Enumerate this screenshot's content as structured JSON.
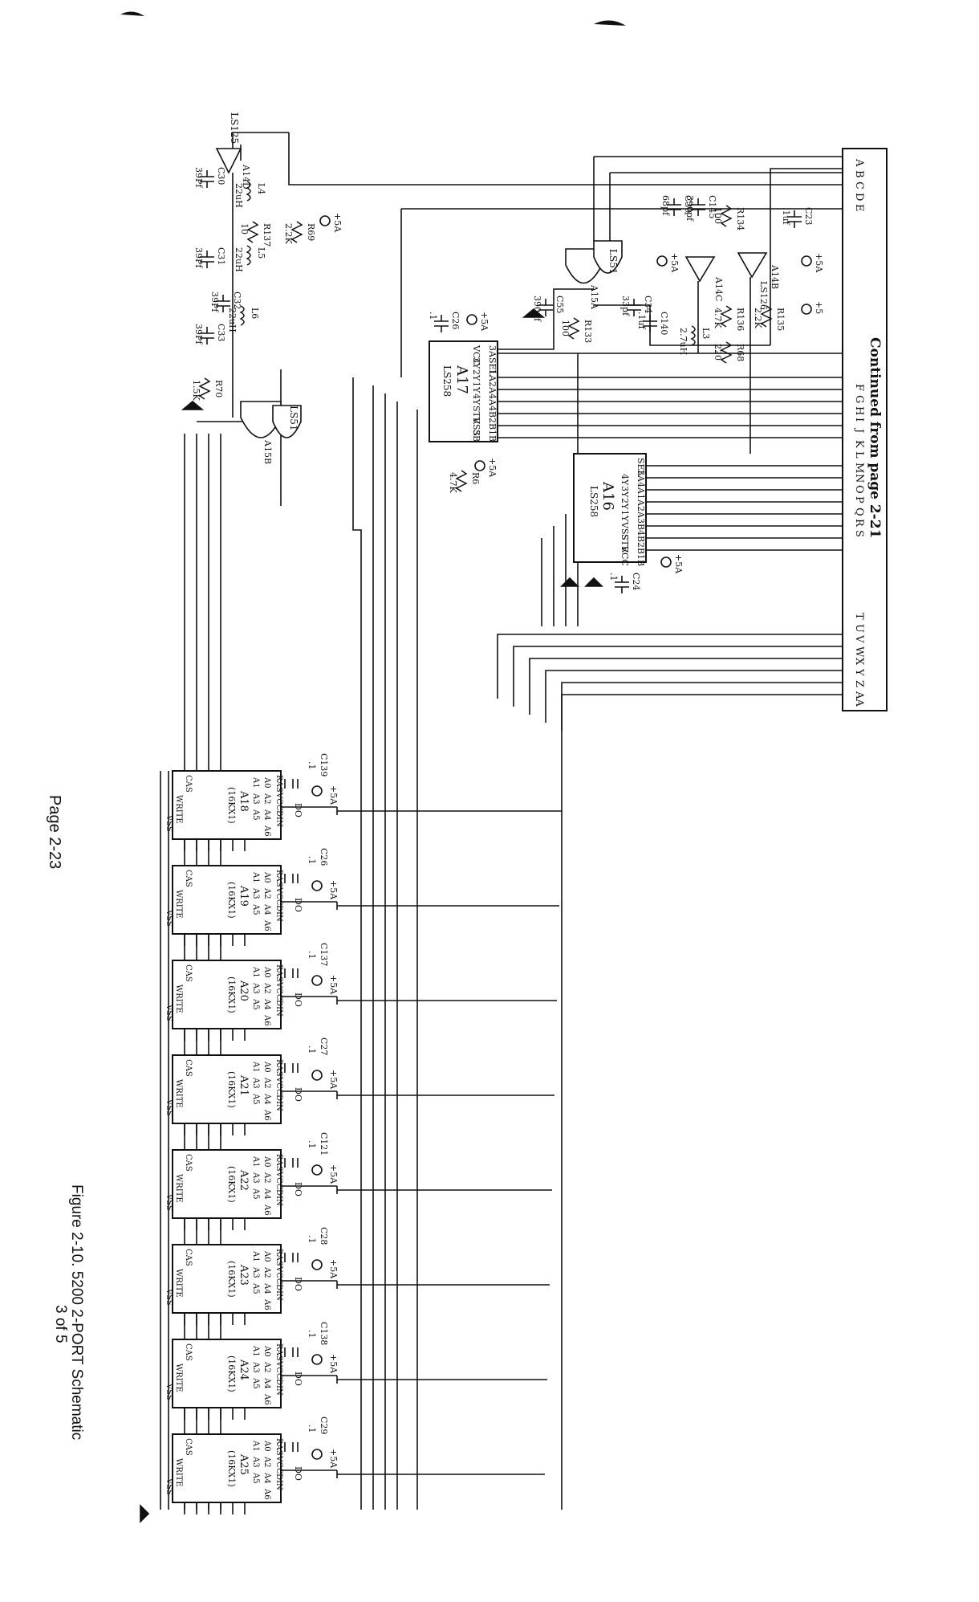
{
  "page": {
    "page_number": "Page 2-23",
    "figure_caption": "Figure 2-10.  5200 2-PORT Schematic",
    "figure_subcaption": "3 of 5",
    "continued_label": "Continued from page 2-21"
  },
  "connector": {
    "pins_top": [
      "A",
      "B",
      "C",
      "D",
      "E"
    ],
    "pins_mid": [
      "F",
      "G",
      "H",
      "I",
      "J",
      "K",
      "L",
      "M",
      "N",
      "O",
      "P",
      "Q",
      "R",
      "S"
    ],
    "pins_bottom": [
      "T",
      "U",
      "V",
      "W",
      "X",
      "Y",
      "Z",
      "AA"
    ]
  },
  "chips": [
    {
      "ref": "A17",
      "part": "LS258",
      "pins_left": [
        "3A",
        "SEL",
        "1A",
        "2A",
        "4A",
        "4B",
        "2B",
        "1B"
      ],
      "pins_right": [
        "VCC",
        "3Y",
        "2Y",
        "1Y",
        "4Y",
        "STR",
        "VSS",
        "3B"
      ]
    },
    {
      "ref": "A16",
      "part": "LS258",
      "pins_left": [
        "SEL",
        "3A",
        "4A",
        "1A",
        "2A",
        "3B",
        "4B",
        "2B",
        "1B"
      ],
      "pins_right": [
        "4Y",
        "3Y",
        "2Y",
        "1Y",
        "VSS",
        "STR",
        "VCC"
      ]
    }
  ],
  "gates": [
    {
      "ref": "LS125",
      "unit": "A14D"
    },
    {
      "ref": "LS51",
      "unit": "A15A"
    },
    {
      "ref": "LS51",
      "unit": "A15B"
    },
    {
      "ref": "A14C",
      "unit": ""
    },
    {
      "ref": "LS126",
      "unit": "A14B"
    }
  ],
  "components": [
    {
      "ref": "C30",
      "value": "39Pf"
    },
    {
      "ref": "C31",
      "value": "39Pf"
    },
    {
      "ref": "C32",
      "value": "39Pf"
    },
    {
      "ref": "C33",
      "value": "39Pf"
    },
    {
      "ref": "L4",
      "value": "22uH"
    },
    {
      "ref": "L5",
      "value": "22uH"
    },
    {
      "ref": "L6",
      "value": "22uH"
    },
    {
      "ref": "R137",
      "value": "10"
    },
    {
      "ref": "R69",
      "value": "2.2K"
    },
    {
      "ref": "R70",
      "value": "1.5K"
    },
    {
      "ref": "C26",
      "value": ".1"
    },
    {
      "ref": "C55",
      "value": "390pf"
    },
    {
      "ref": "R133",
      "value": "100"
    },
    {
      "ref": "C39",
      "value": "68pf"
    },
    {
      "ref": "C145",
      "value": "390pf"
    },
    {
      "ref": "R134",
      "value": "100"
    },
    {
      "ref": "C23",
      "value": ".1uf"
    },
    {
      "ref": "C34",
      "value": "33pf"
    },
    {
      "ref": "C140",
      "value": ".1uf"
    },
    {
      "ref": "L3",
      "value": "2.7uH"
    },
    {
      "ref": "R68",
      "value": "220"
    },
    {
      "ref": "R136",
      "value": "4.7K"
    },
    {
      "ref": "R135",
      "value": "2.2K"
    },
    {
      "ref": "R6",
      "value": "4.7K"
    },
    {
      "ref": "C24",
      "value": ".1"
    }
  ],
  "supply": {
    "plus5a": "+5A",
    "plus5": "+5"
  },
  "rams": [
    {
      "ref": "A18",
      "cap": "C139",
      "size": "(16KX1)"
    },
    {
      "ref": "A19",
      "cap": "C26",
      "size": "(16KX1)"
    },
    {
      "ref": "A20",
      "cap": "C137",
      "size": "(16KX1)"
    },
    {
      "ref": "A21",
      "cap": "C27",
      "size": "(16KX1)"
    },
    {
      "ref": "A22",
      "cap": "C121",
      "size": "(16KX1)"
    },
    {
      "ref": "A23",
      "cap": "C28",
      "size": "(16KX1)"
    },
    {
      "ref": "A24",
      "cap": "C138",
      "size": "(16KX1)"
    },
    {
      "ref": "A25",
      "cap": "C29",
      "size": "(16KX1)"
    }
  ],
  "ram_pins": {
    "top": [
      "RAS",
      "VCC",
      "DIN"
    ],
    "mid": [
      "A0",
      "A1",
      "A2",
      "A3",
      "A4",
      "A5",
      "A6"
    ],
    "bottom": [
      "CAS",
      "WRITE",
      "VSS"
    ],
    "dout": "DO",
    "cap_value": ".1"
  },
  "colors": {
    "ink": "#111111",
    "paper": "#ffffff"
  }
}
